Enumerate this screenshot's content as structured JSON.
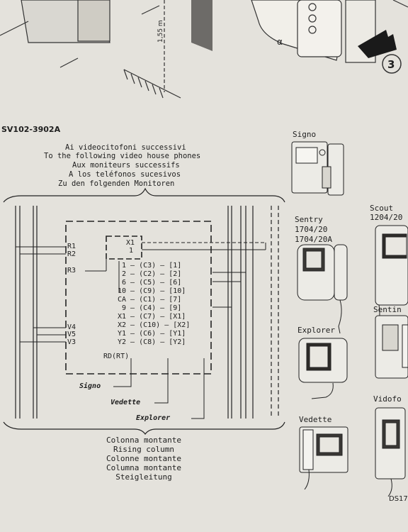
{
  "top_illustration": {
    "height_label": "1,55 m",
    "step_number": "3",
    "small_label": "α"
  },
  "product_code": "SV102-3902A",
  "heading_lines": [
    "Ai videocitofoni successivi",
    "To the following video house phones",
    "Aux moniteurs successifs",
    "A los teléfonos sucesivos",
    "Zu den folgenden Monitoren"
  ],
  "terminals_left": [
    "R1",
    "R2",
    "R3",
    "V4",
    "V5",
    "V3"
  ],
  "terminals_inner": [
    "X1",
    "1"
  ],
  "wiring_rows": [
    "1 — (C3) — [1]",
    "2 — (C2) — [2]",
    "6 — (C5) — [6]",
    "10 — (C9) — [10]",
    "CA — (C1) — [7]",
    "9 — (C4) — [9]",
    "X1 — (C7) — [X1]",
    "X2 — (C10) — [X2]",
    "Y1 — (C6) — [Y1]",
    "Y2 — (C8) — [Y2]"
  ],
  "rd_label": "RD(RT)",
  "callouts": [
    "Signo",
    "Vedette",
    "Explorer"
  ],
  "column_labels": [
    "Colonna montante",
    "Rising column",
    "Colonne montante",
    "Columna montante",
    "Steigleitung"
  ],
  "devices": {
    "signo": "Signo",
    "sentry": [
      "Sentry",
      "1704/20",
      "1704/20A"
    ],
    "explorer": "Explorer",
    "vedette": "Vedette",
    "scout": [
      "Scout",
      "1204/20"
    ],
    "sentinel_partial": "Sentin",
    "videofon_partial": "Vidofo",
    "ds_partial": "DS17"
  }
}
